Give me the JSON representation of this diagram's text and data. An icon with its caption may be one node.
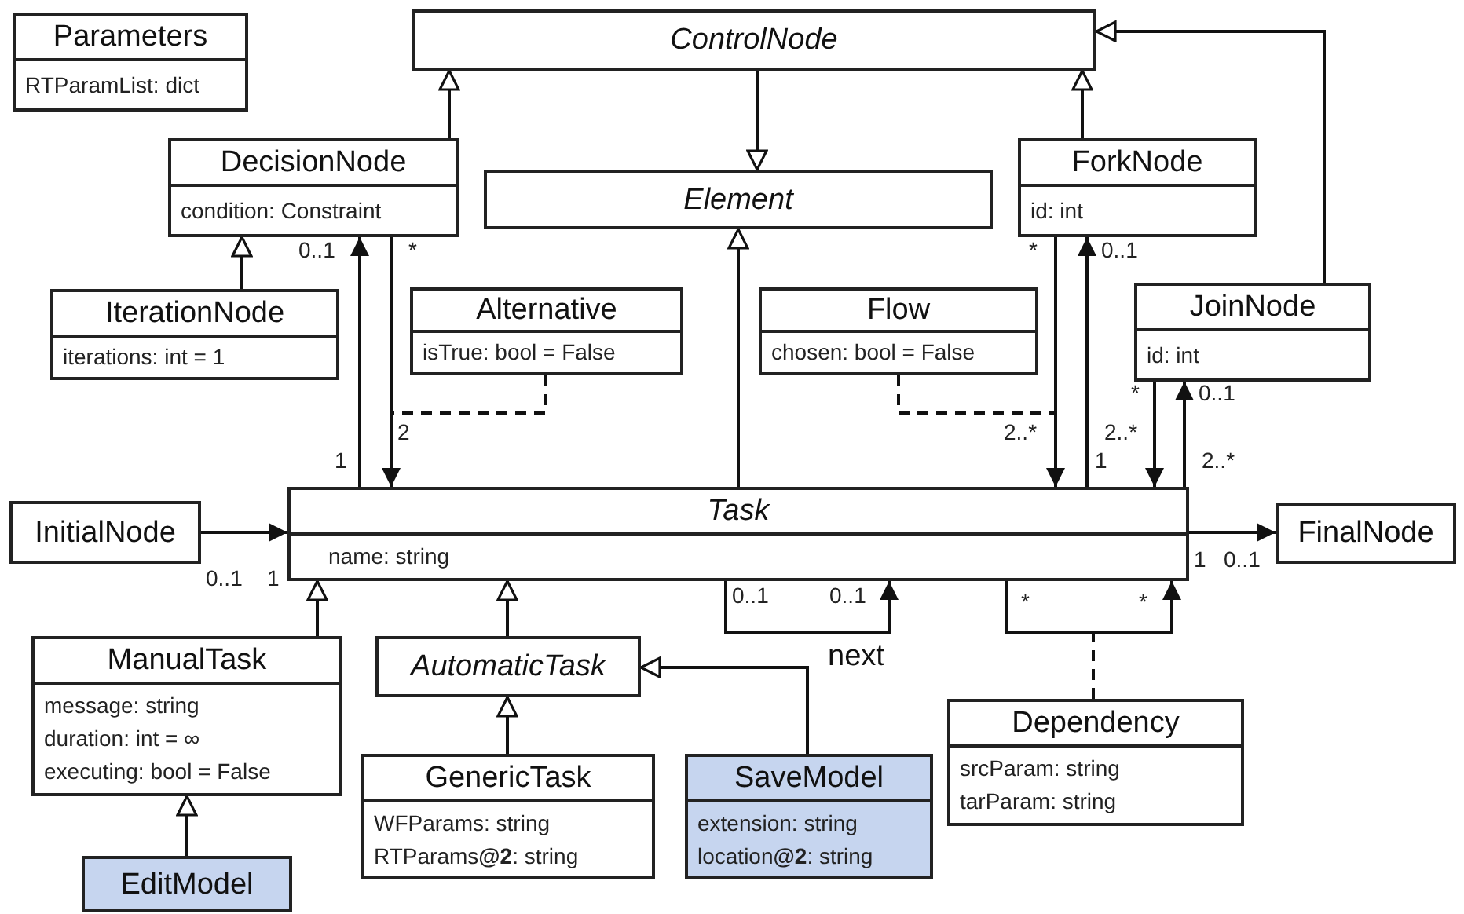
{
  "diagram": {
    "nodes": [
      {
        "text": [
          "Parameters",
          "RTParamList: dict"
        ]
      },
      {
        "text": [
          "ControlNode"
        ]
      },
      {
        "text": [
          "DecisionNode",
          "condition: Constraint"
        ]
      },
      {
        "text": [
          "Element"
        ]
      },
      {
        "text": [
          "ForkNode",
          "id: int"
        ]
      },
      {
        "text": [
          "IterationNode",
          "iterations: int = 1"
        ]
      },
      {
        "text": [
          "Alternative",
          "isTrue: bool = False"
        ]
      },
      {
        "text": [
          "Flow",
          "chosen: bool = False"
        ]
      },
      {
        "text": [
          "JoinNode",
          "id: int"
        ]
      },
      {
        "text": [
          "InitialNode"
        ]
      },
      {
        "text": [
          "Task",
          "name: string"
        ]
      },
      {
        "text": [
          "FinalNode"
        ]
      },
      {
        "text": [
          "ManualTask",
          "message: string",
          "duration: int = ∞",
          "executing: bool = False"
        ]
      },
      {
        "text": [
          "AutomaticTask"
        ]
      },
      {
        "text": [
          "Dependency",
          "srcParam: string",
          "tarParam: string"
        ]
      },
      {
        "text": [
          "GenericTask",
          "WFParams: string",
          "RTParams**@2**: string"
        ]
      },
      {
        "text": [
          "SaveModel",
          "extension: string",
          "location**@2**: string"
        ]
      },
      {
        "text": [
          "EditModel"
        ]
      }
    ],
    "edges": [
      {
        "from": 2,
        "to": 1,
        "arrow": "to"
      },
      {
        "from": 4,
        "to": 1,
        "arrow": "to"
      },
      {
        "from": 8,
        "to": 1,
        "arrow": "to"
      },
      {
        "from": 1,
        "to": 3,
        "arrow": "to"
      },
      {
        "from": 5,
        "to": 2,
        "arrow": "to"
      },
      {
        "from": 10,
        "to": 3,
        "arrow": "to"
      },
      {
        "from": 12,
        "to": 10,
        "arrow": "to"
      },
      {
        "from": 13,
        "to": 10,
        "arrow": "to"
      },
      {
        "from": 15,
        "to": 13,
        "arrow": "to"
      },
      {
        "from": 16,
        "to": 13,
        "arrow": "to"
      },
      {
        "from": 17,
        "to": 12,
        "arrow": "to"
      },
      {
        "from": 10,
        "to": 2,
        "arrow": "to"
      },
      {
        "from": 2,
        "to": 10,
        "arrow": "to"
      },
      {
        "from": 4,
        "to": 10,
        "arrow": "to"
      },
      {
        "from": 10,
        "to": 4,
        "arrow": "to"
      },
      {
        "from": 8,
        "to": 10,
        "arrow": "to"
      },
      {
        "from": 10,
        "to": 8,
        "arrow": "to"
      },
      {
        "from": 9,
        "to": 10,
        "arrow": "to"
      },
      {
        "from": 10,
        "to": 11,
        "arrow": "to"
      },
      {
        "from": 10,
        "to": 10,
        "arrow": "to",
        "label": "next"
      },
      {
        "from": 10,
        "to": 10,
        "arrow": "to"
      },
      {
        "from": 6,
        "to": null,
        "arrow": "none",
        "style": "dashed"
      },
      {
        "from": 7,
        "to": null,
        "arrow": "none",
        "style": "dashed"
      },
      {
        "from": 14,
        "to": null,
        "arrow": "none",
        "style": "dashed"
      }
    ],
    "labels": [
      "0..1",
      "*",
      "*",
      "0..1",
      "*",
      "0..1",
      "2",
      "2..*",
      "2..*",
      "1",
      "1",
      "2..*",
      "0..1",
      "1",
      "1",
      "0..1",
      "0..1",
      "0..1",
      "*",
      "*"
    ]
  }
}
